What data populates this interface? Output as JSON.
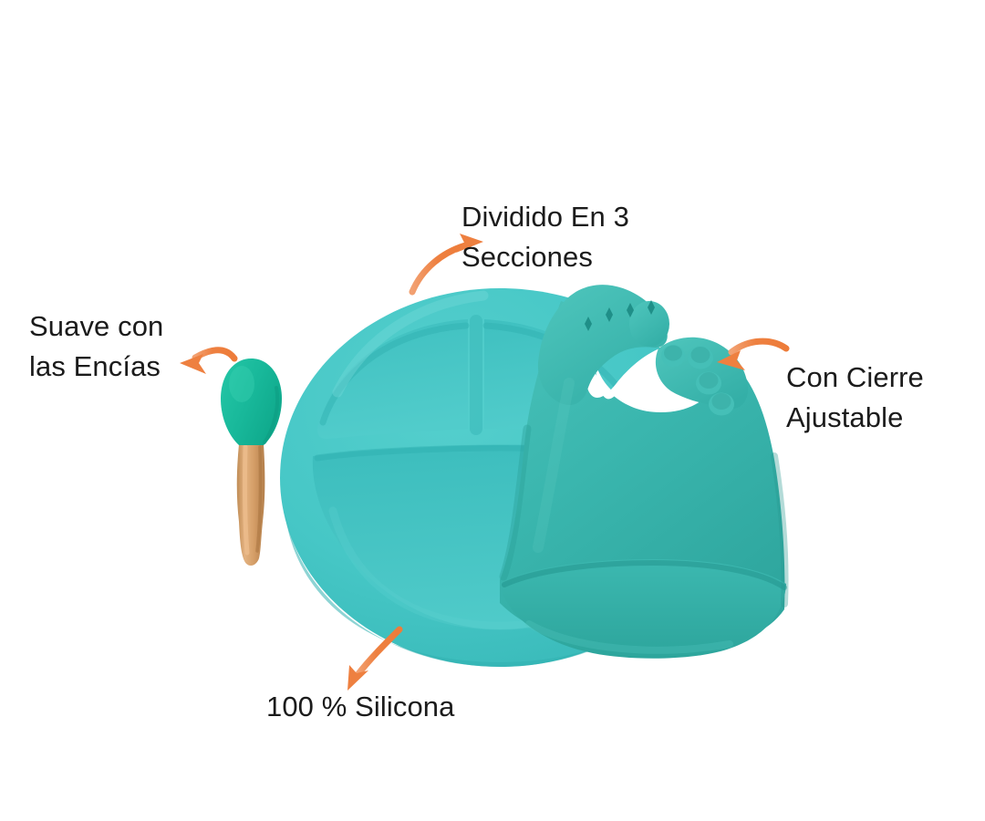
{
  "page": {
    "title": "Set de Alimentación Infantil de Silicona",
    "background_color": "#ffffff",
    "language": "es"
  },
  "palette": {
    "arrow_orange": "#ee8040",
    "arrow_orange_light": "#f4a06a",
    "plate_teal": "#44c6c6",
    "plate_teal_shadow": "#35b4b4",
    "plate_teal_light": "#58d0cf",
    "bib_teal": "#39b5ae",
    "bib_teal_shadow": "#2ea39c",
    "bib_teal_light": "#4cc3bb",
    "spoon_teal": "#18b89a",
    "spoon_teal_shadow": "#13a288",
    "wood_tan": "#d09a63",
    "wood_tan_light": "#e0ad78",
    "wood_tan_shadow": "#b9854f",
    "text_color": "#1b1b1b"
  },
  "callouts": [
    {
      "id": "secciones",
      "text": "Dividido En 3\nSecciones",
      "line1": "Dividido En 3",
      "line2": "Secciones",
      "arrow_name": "arrow-to-plate-sections",
      "points_to": "plate-divider-sections"
    },
    {
      "id": "encias",
      "text": "Suave con\nlas Encías",
      "line1": "Suave con",
      "line2": "las Encías",
      "arrow_name": "arrow-to-spoon-head",
      "points_to": "spoon-silicone-head"
    },
    {
      "id": "cierre",
      "text": "Con Cierre\nAjustable",
      "line1": "Con Cierre",
      "line2": "Ajustable",
      "arrow_name": "arrow-to-bib-snaps",
      "points_to": "bib-snap-buttons"
    },
    {
      "id": "silicona",
      "text": "100 % Silicona",
      "line1": "100 % Silicona",
      "arrow_name": "arrow-to-plate-body",
      "points_to": "plate-body"
    }
  ],
  "products": [
    {
      "id": "spoon",
      "name": "Cuchara de silicona con mango de madera",
      "parts": [
        "silicone-head",
        "wooden-handle"
      ]
    },
    {
      "id": "plate",
      "name": "Plato dividido de silicona",
      "sections": 3
    },
    {
      "id": "bib",
      "name": "Babero de silicona con bolsillo recogemigas",
      "strap_holes": 4,
      "snap_buttons": 4
    }
  ]
}
